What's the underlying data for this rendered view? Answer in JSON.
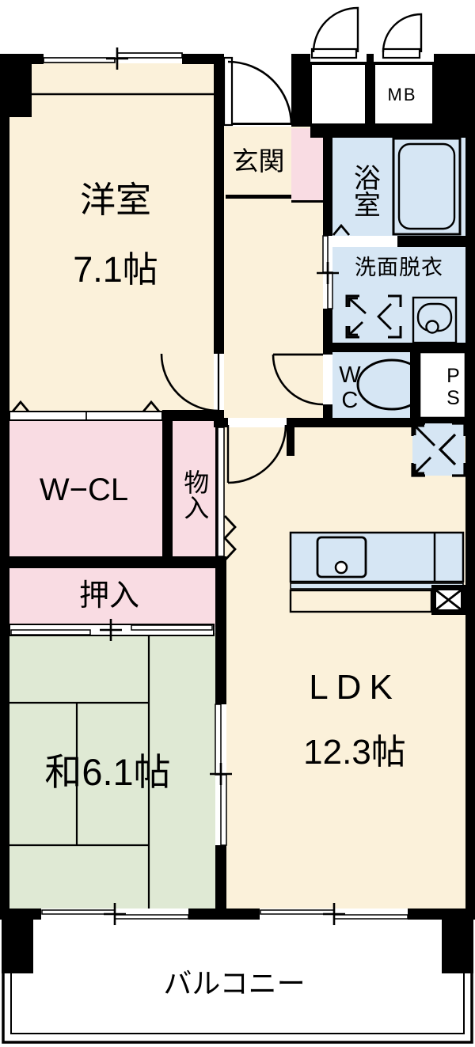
{
  "colors": {
    "wall": "#000000",
    "room_cream": "#fbf1da",
    "closet_pink": "#f9dce3",
    "wet_area_blue": "#d6e6f4",
    "tatami_green": "#dfe9d4",
    "background": "#ffffff"
  },
  "rooms": {
    "western": {
      "label": "洋室",
      "size": "7.1帖"
    },
    "entrance": {
      "label": "玄関"
    },
    "bath": {
      "label": "浴室"
    },
    "washroom": {
      "label": "洗面脱衣"
    },
    "toilet": {
      "label": "WC"
    },
    "pipe_space": {
      "label": "PS"
    },
    "meter_box": {
      "label": "MB"
    },
    "walk_in_closet": {
      "label": "W−CL"
    },
    "storage": {
      "label": "物入"
    },
    "futon_closet": {
      "label": "押入"
    },
    "japanese": {
      "label": "和6.1帖"
    },
    "ldk": {
      "label": "LDK",
      "size": "12.3帖"
    },
    "balcony": {
      "label": "バルコニー"
    }
  }
}
